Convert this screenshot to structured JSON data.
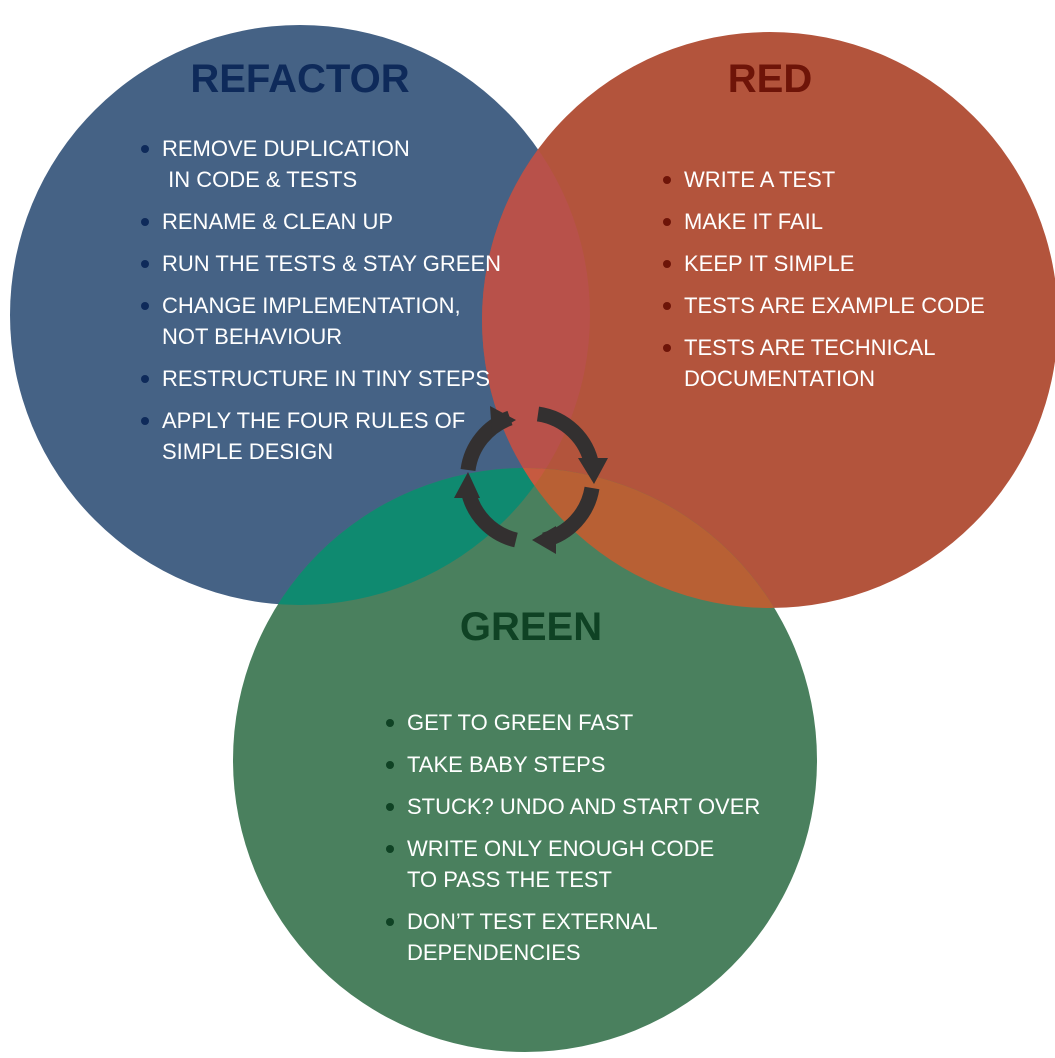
{
  "sections": {
    "refactor": {
      "title": "REFACTOR",
      "color": "#456285",
      "title_color": "#0e2a5a",
      "bullet_color": "#0e2a5a",
      "items": [
        [
          "REMOVE DUPLICATION",
          " IN CODE & TESTS"
        ],
        [
          "RENAME & CLEAN UP"
        ],
        [
          "RUN THE TESTS & STAY GREEN"
        ],
        [
          "CHANGE IMPLEMENTATION,",
          "NOT BEHAVIOUR"
        ],
        [
          "RESTRUCTURE IN TINY STEPS"
        ],
        [
          "APPLY THE FOUR RULES OF",
          "SIMPLE DESIGN"
        ]
      ]
    },
    "red": {
      "title": "RED",
      "color": "#b3543c",
      "title_color": "#6e1408",
      "bullet_color": "#6e1408",
      "items": [
        [
          "WRITE A TEST"
        ],
        [
          "MAKE IT FAIL"
        ],
        [
          "KEEP IT SIMPLE"
        ],
        [
          "TESTS ARE EXAMPLE CODE"
        ],
        [
          "TESTS ARE TECHNICAL",
          "DOCUMENTATION"
        ]
      ]
    },
    "green": {
      "title": "GREEN",
      "color": "#4a805e",
      "title_color": "#0f4224",
      "bullet_color": "#0f4224",
      "items": [
        [
          "GET TO GREEN FAST"
        ],
        [
          "TAKE BABY STEPS"
        ],
        [
          "STUCK? UNDO AND START OVER"
        ],
        [
          "WRITE ONLY ENOUGH CODE",
          "TO PASS THE TEST"
        ],
        [
          "DON’T TEST EXTERNAL",
          "DEPENDENCIES"
        ]
      ]
    }
  },
  "overlap_colors": {
    "refactor_red": "#b8514a",
    "refactor_green": "#0f8a70",
    "red_green": "#b86034",
    "center": "#c65a40"
  },
  "cycle_icon": "cycle-arrows-icon"
}
